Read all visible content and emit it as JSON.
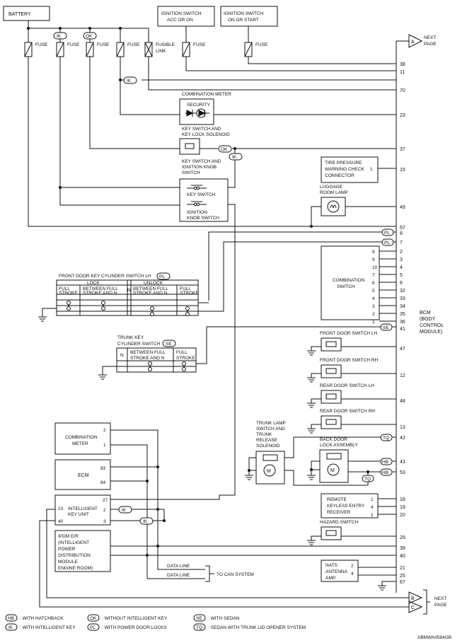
{
  "labels": {
    "battery": "BATTERY",
    "ign_acc": [
      "IGNITION SWITCH",
      "ACC OR ON"
    ],
    "ign_on": [
      "IGNITION SWITCH",
      "ON OR START"
    ],
    "fuse": "FUSE",
    "fusible": [
      "FUSIBLE",
      "LINK"
    ],
    "next_page": [
      "NEXT",
      "PAGE"
    ],
    "comb_meter": "COMBINATION METER",
    "security": "SECURITY",
    "key_lock": [
      "KEY SWITCH AND",
      "KEY LOCK SOLENOID"
    ],
    "key_ign": [
      "KEY SWITCH AND",
      "IGNITION KNOB",
      "SWITCH"
    ],
    "key_switch": "KEY SWITCH",
    "ign_knob": [
      "IGNITION",
      "KNOB SWITCH"
    ],
    "tire": [
      "TIRE PRESSURE",
      "WARNING CHECK",
      "CONNECTOR"
    ],
    "luggage": [
      "LUGGAGE",
      "ROOM LAMP"
    ],
    "comb_switch": [
      "COMBINATION",
      "SWITCH"
    ],
    "front_key_cyl": "FRONT DOOR KEY CYLINDER SWITCH LH",
    "lock": "LOCK",
    "unlock": "UNLOCK",
    "full_stroke": [
      "FULL",
      "STROKE"
    ],
    "between_full": [
      "BETWEEN FULL",
      "STROKE AND N"
    ],
    "n": "N",
    "bcm": [
      "BCM",
      "(BODY",
      "CONTROL",
      "MODULE)"
    ],
    "trunk_key": [
      "TRUNK KEY",
      "CYLINDER SWITCH"
    ],
    "fd_lh": "FRONT DOOR SWITCH LH",
    "fd_rh": "FRONT DOOR SWITCH RH",
    "rd_lh": "REAR DOOR SWITCH LH",
    "rd_rh": "REAR DOOR SWITCH RH",
    "trunk_lamp": [
      "TRUNK LAMP",
      "SWITCH AND",
      "TRUNK",
      "RELEASE",
      "SOLENOID"
    ],
    "back_door": [
      "BACK DOOR",
      "LOCK ASSEMBLY"
    ],
    "comb_meter2": [
      "COMBINATION",
      "METER"
    ],
    "ecm": "ECM",
    "intelligent": [
      "INTELLIGENT",
      "KEY UNIT"
    ],
    "ipdm": [
      "IPDM E/R",
      "(INTELLIGENT",
      "POWER",
      "DISTRIBUTION",
      "MODULE",
      "ENGINE ROOM)"
    ],
    "remote": [
      "REMOTE",
      "KEYLESS ENTRY",
      "RECEIVER"
    ],
    "hazard": "HAZARD SWITCH",
    "nats": [
      "NATS",
      "ANTENNA",
      "AMP."
    ],
    "data_line": "DATA LINE",
    "to_can": "TO CAN SYSTEM",
    "motor": "M",
    "diagram_id": "ABMWA0584GB"
  },
  "tags": {
    "ik": "IK",
    "ok": "OK",
    "pl": "PL",
    "se": "SE",
    "tq": "TQ",
    "hb": "HB"
  },
  "connectors": {
    "a": "A",
    "b": "B",
    "c": "C"
  },
  "bcm_pins": {
    "p38": "38",
    "p11": "11",
    "p70": "70",
    "p23": "23",
    "p37": "37",
    "p15": "15",
    "p49": "49",
    "p57": "57",
    "p8": "8",
    "p7": "7",
    "p2": "2",
    "p3": "3",
    "p4": "4",
    "p5": "5",
    "p6": "6",
    "p32": "32",
    "p33": "33",
    "p34": "34",
    "p35": "35",
    "p36": "36",
    "p41": "41",
    "p47": "47",
    "p12": "12",
    "p48": "48",
    "p13": "13",
    "p42": "42",
    "p43": "43",
    "p53": "53",
    "p18": "18",
    "p19": "19",
    "p20": "20",
    "p29": "29",
    "p39": "39",
    "p40": "40",
    "p21": "21",
    "p25": "25",
    "p67": "67"
  },
  "comb_switch_pins": [
    "8",
    "9",
    "10",
    "7",
    "6",
    "5",
    "4",
    "3",
    "2",
    "1"
  ],
  "dev_pins": {
    "tire": "1",
    "cm2": "2",
    "cm1": "1",
    "ecm83": "83",
    "ecm84": "84",
    "iku27": "27",
    "iku23": "23",
    "iku2": "2",
    "iku40": "40",
    "iku3": "3",
    "rk1": "1",
    "rk4": "4",
    "rk2": "2",
    "nats2": "2",
    "nats4": "4"
  },
  "legend": [
    {
      "tag": "HB",
      "text": ": WITH HATCHBACK"
    },
    {
      "tag": "IK",
      "text": ": WITH INTELLIGENT KEY"
    },
    {
      "tag": "OK",
      "text": ": WITHOUT INTELLIGENT KEY"
    },
    {
      "tag": "PL",
      "text": ": WITH POWER DOOR LOCKS"
    },
    {
      "tag": "SE",
      "text": ": WITH SEDAN"
    },
    {
      "tag": "TQ",
      "text": ": SEDAN WITH TRUNK LID OPENER SYSTEM"
    }
  ]
}
